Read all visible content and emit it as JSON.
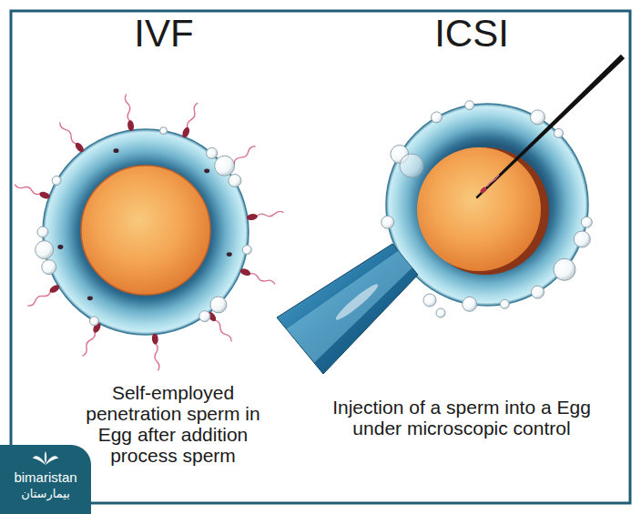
{
  "diagram": {
    "nodes": [
      {
        "text": [
          "bimaristan",
          "بيمارستان"
        ]
      }
    ],
    "labels": [
      "IVF",
      "ICSI",
      "Self-employed penetration sperm in Egg after addition process sperm",
      "Injection of a sperm into a Egg under microscopic control"
    ]
  }
}
